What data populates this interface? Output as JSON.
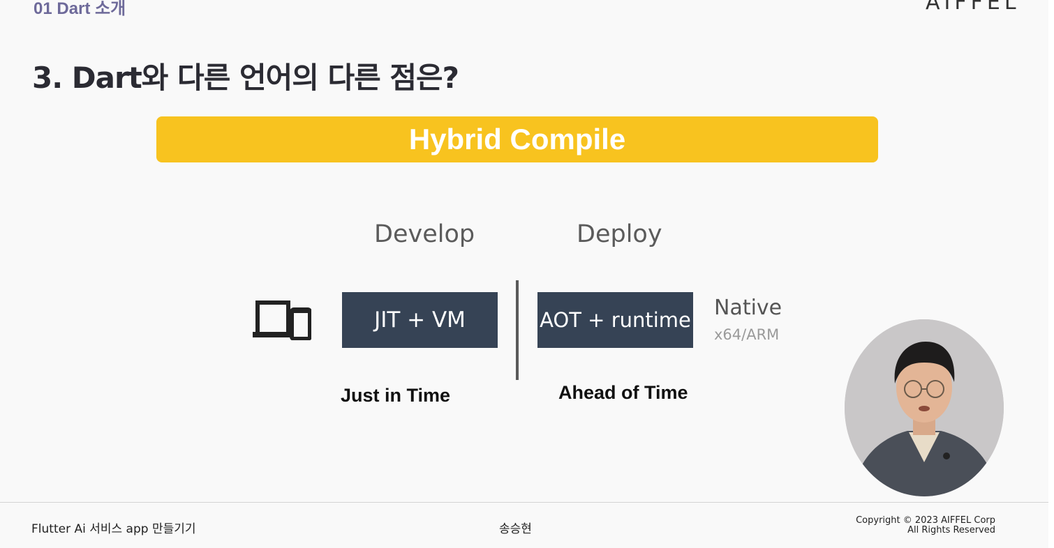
{
  "header": {
    "section_label": "01 Dart 소개",
    "logo_text": "AIFFEL",
    "title": "3. Dart와 다른 언어의 다른 점은?"
  },
  "banner": {
    "text": "Hybrid Compile",
    "color": "#f8c31f"
  },
  "diagram": {
    "develop_label": "Develop",
    "deploy_label": "Deploy",
    "device_icon": "laptop-phone-icon",
    "jit_box": "JIT + VM",
    "aot_box": "AOT + runtime",
    "native_label": "Native",
    "arch_label": "x64/ARM",
    "jit_caption": "Just in Time",
    "aot_caption": "Ahead of Time",
    "box_color": "#364355"
  },
  "footer": {
    "course": "Flutter Ai 서비스 app 만들기기",
    "presenter": "송승현",
    "copyright": "Copyright © 2023 AIFFEL Corp",
    "rights": "All Rights Reserved"
  }
}
